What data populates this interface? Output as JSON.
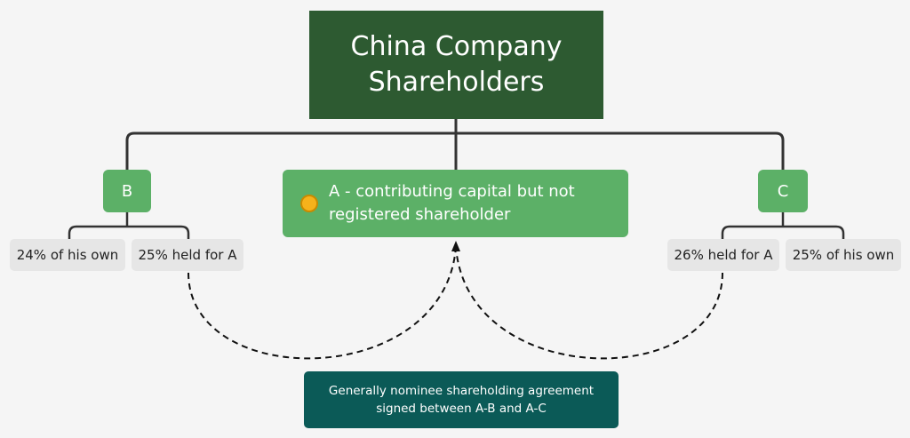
{
  "diagram": {
    "root": {
      "label": "China Company Shareholders"
    },
    "node_b": {
      "label": "B"
    },
    "node_a": {
      "label": "A - contributing capital but not registered shareholder"
    },
    "node_c": {
      "label": "C"
    },
    "b_leaves": [
      "24% of his own",
      "25% held for A"
    ],
    "c_leaves": [
      "26% held for A",
      "25% of his own"
    ],
    "note": {
      "label": "Generally nominee shareholding agreement signed between A-B and A-C"
    },
    "colors": {
      "root": "#2d5a31",
      "node": "#5cb067",
      "leaf": "#e6e6e6",
      "note": "#0b5a57",
      "marker": "#f6b21b",
      "line": "#333333"
    }
  }
}
